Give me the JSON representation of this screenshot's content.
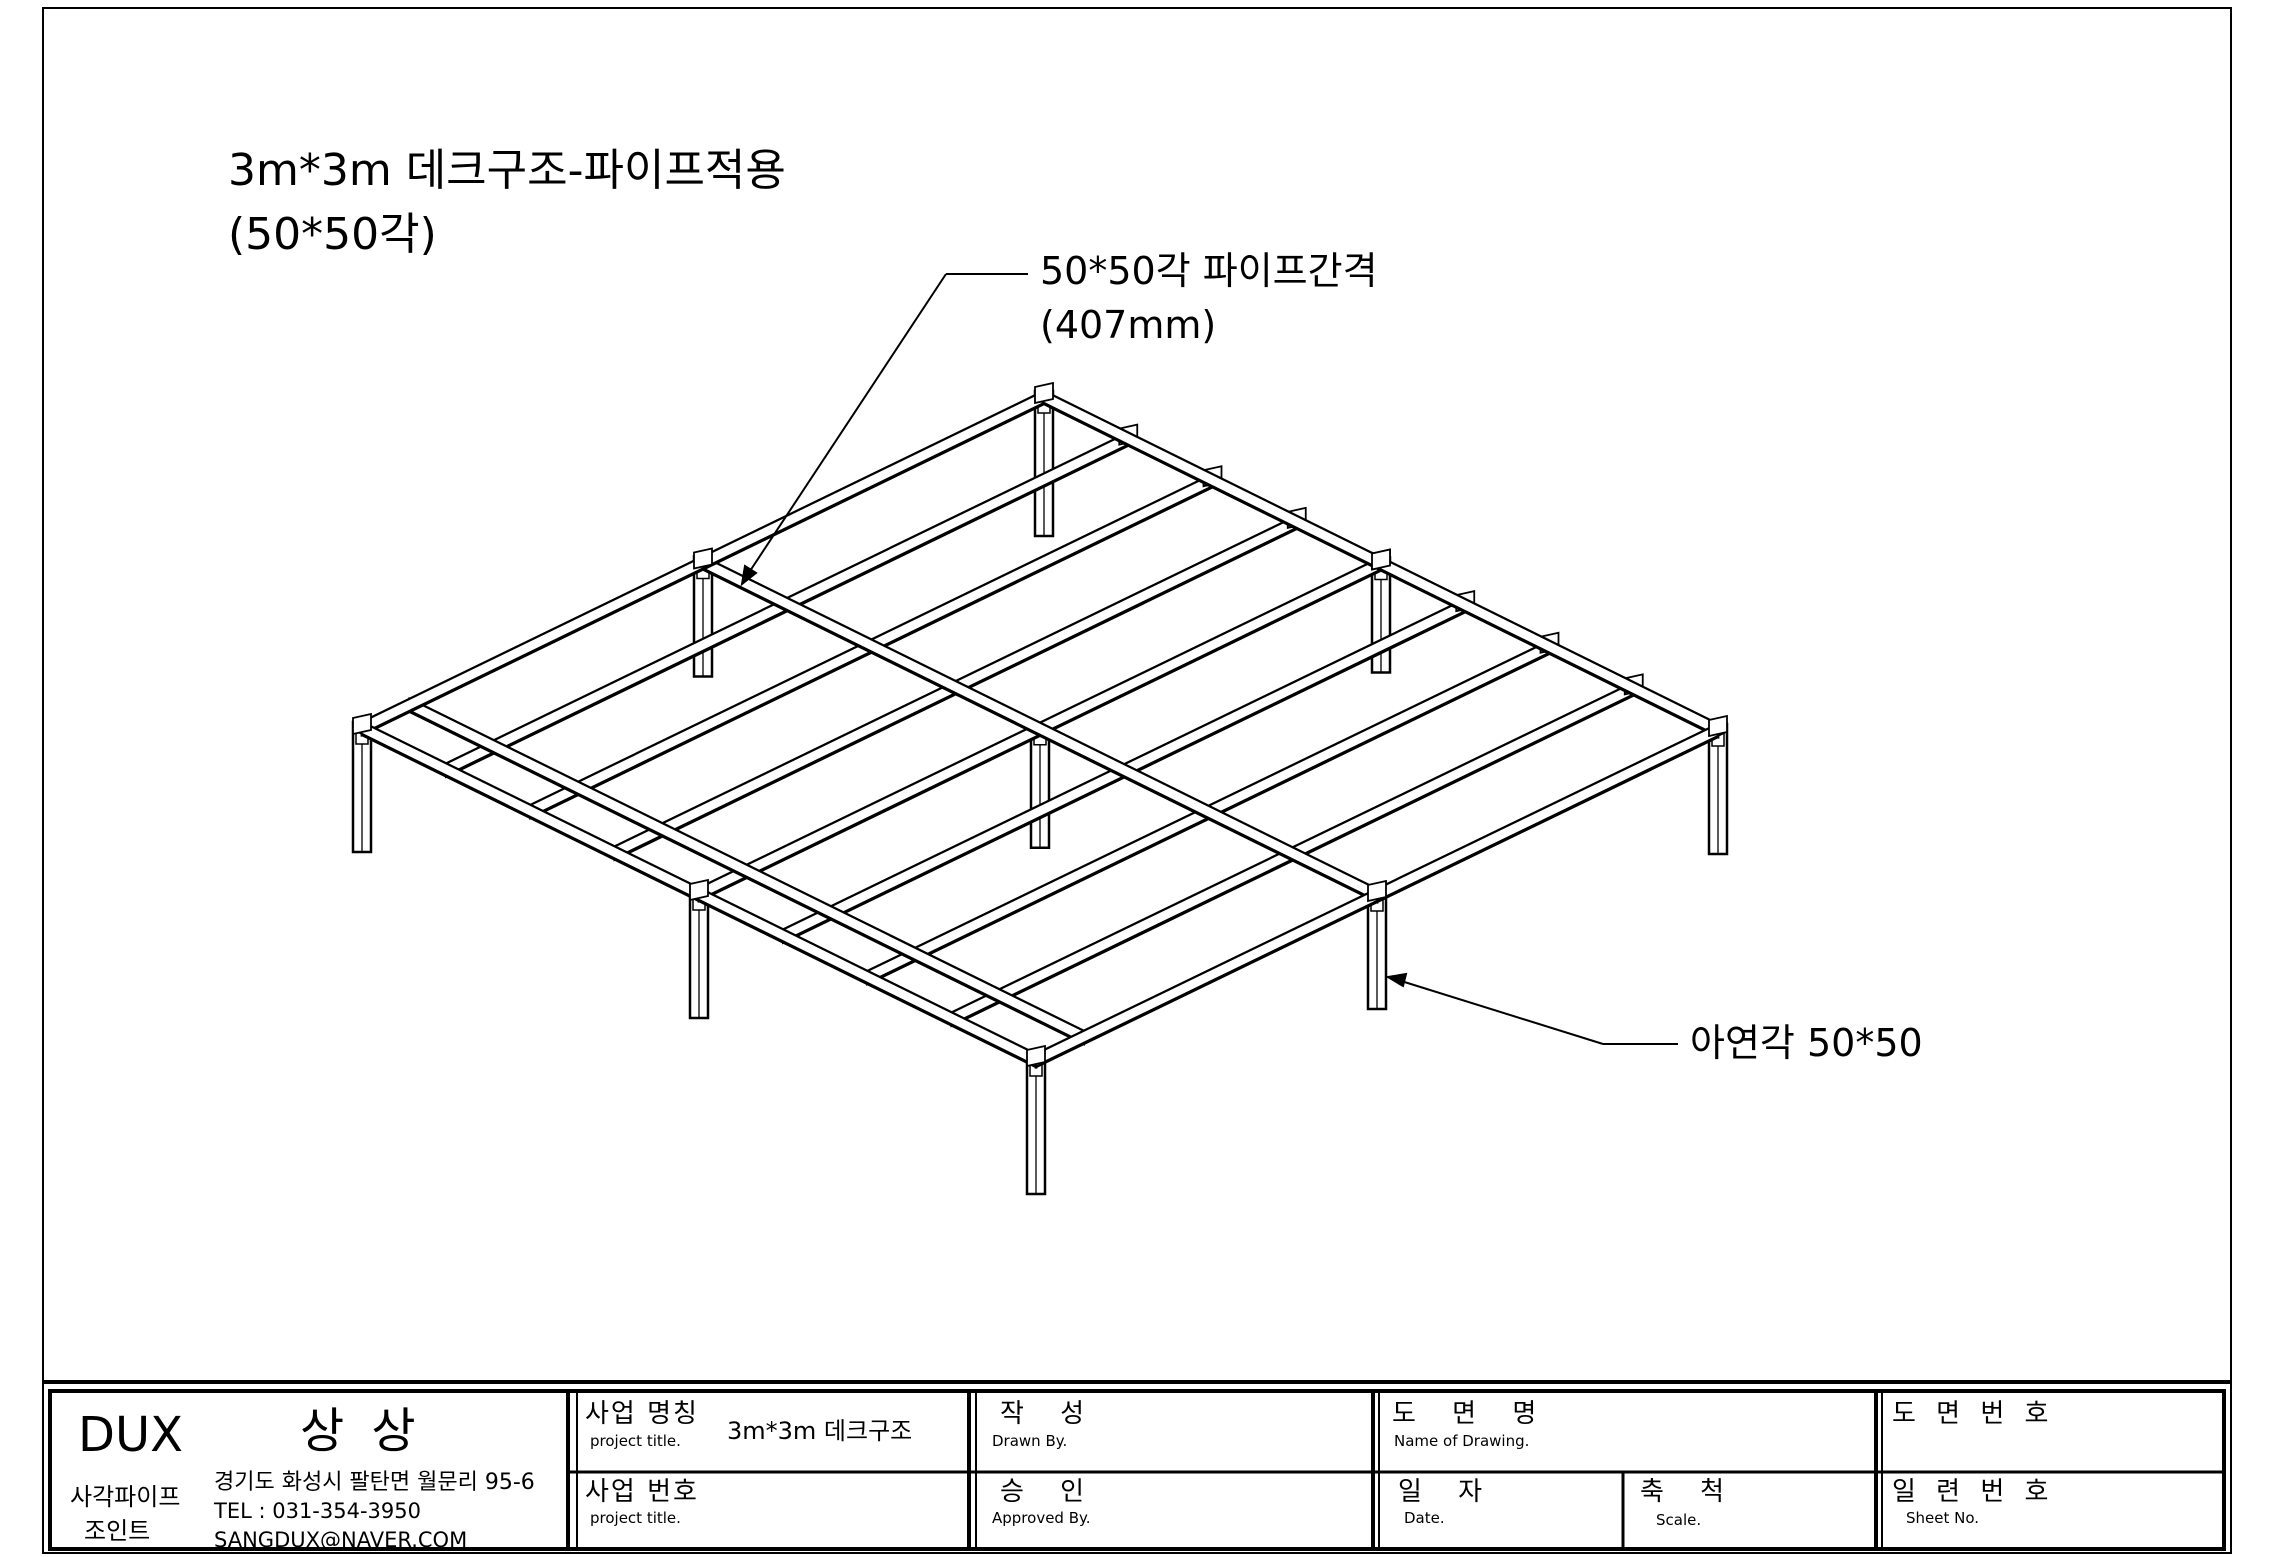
{
  "drawing": {
    "title_line1": "3m*3m 데크구조-파이프적용",
    "title_line2": "(50*50각)",
    "callout_pipe_line1": "50*50각 파이프간격",
    "callout_pipe_line2": "(407mm)",
    "callout_post": "아연각 50*50"
  },
  "title_block": {
    "company_logo": "DUX",
    "company_name": "상 상",
    "company_sub1": "사각파이프",
    "company_sub2": "조인트",
    "address": "경기도 화성시 팔탄면 월문리 95-6",
    "tel": "TEL : 031-354-3950",
    "email": "SANGDUX@NAVER.COM",
    "project_title_ko": "사업 명칭",
    "project_title_en": "project title.",
    "project_title_value": "3m*3m 데크구조",
    "project_no_ko": "사업 번호",
    "project_no_en": "project title.",
    "drawn_ko": "작 성",
    "drawn_en": "Drawn By.",
    "approved_ko": "승 인",
    "approved_en": "Approved By.",
    "drawing_name_ko": "도 면 명",
    "drawing_name_en": "Name of Drawing.",
    "date_ko": "일 자",
    "date_en": "Date.",
    "scale_ko": "축 척",
    "scale_en": "Scale.",
    "drawing_no_ko": "도 면 번 호",
    "sheet_no_ko": "일 련 번 호",
    "sheet_no_en": "Sheet No."
  }
}
